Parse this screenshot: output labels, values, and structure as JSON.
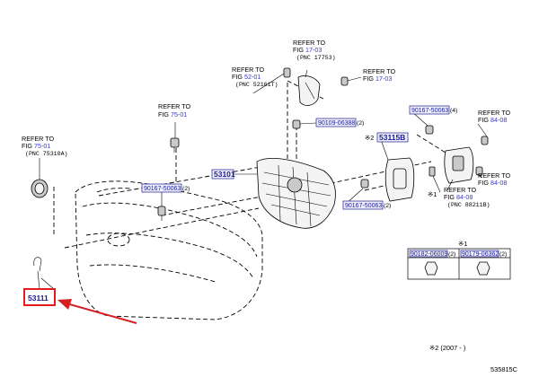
{
  "diagram": {
    "figure_code": "535815C",
    "notes": {
      "star1": "※1",
      "star2": "※2",
      "star2_range": "※2 (2007 -     )"
    },
    "refs": {
      "fig_75_01_left": {
        "line1": "REFER TO",
        "line2": "FIG",
        "fig": "75-01",
        "pnc": "(PNC 75310A)"
      },
      "fig_75_01_mid": {
        "line1": "REFER TO",
        "line2": "FIG",
        "fig": "75-01"
      },
      "fig_52_01": {
        "line1": "REFER TO",
        "line2": "FIG",
        "fig": "52-01",
        "pnc": "(PNC 52161T)"
      },
      "fig_17_03_top": {
        "line1": "REFER TO",
        "line2": "FIG",
        "fig": "17-03",
        "pnc": "(PNC 17753)"
      },
      "fig_17_03_right": {
        "line1": "REFER TO",
        "line2": "FIG",
        "fig": "17-03"
      },
      "fig_84_08_a": {
        "line1": "REFER TO",
        "line2": "FIG",
        "fig": "84-08"
      },
      "fig_84_08_b": {
        "line1": "REFER TO",
        "line2": "FIG",
        "fig": "84-08"
      },
      "fig_84_08_c": {
        "line1": "REFER TO",
        "line2": "FIG",
        "fig": "84-08",
        "pnc": "(PNC 88211B)"
      }
    },
    "parts": {
      "p90167_a": {
        "number": "90167-50063",
        "qty": "(4)"
      },
      "p90109": {
        "number": "90109-06388",
        "qty": "(2)"
      },
      "p53115B": {
        "number": "53115B",
        "prefix": "※2"
      },
      "p53101": {
        "number": "53101"
      },
      "p90167_b": {
        "number": "90167-50063",
        "qty": "(2)"
      },
      "p90167_c": {
        "number": "90167-50063",
        "qty": "(2)"
      },
      "p53111": {
        "number": "53111"
      },
      "p90182": {
        "number": "90182-06009",
        "qty": "(2)"
      },
      "p90179": {
        "number": "90179-06362",
        "qty": "(2)"
      }
    },
    "colors": {
      "part_number_text": "#1a1a8a",
      "highlight_box": "#e31b1b",
      "arrow": "#d42020",
      "fig_link": "#3a3ad0"
    }
  }
}
